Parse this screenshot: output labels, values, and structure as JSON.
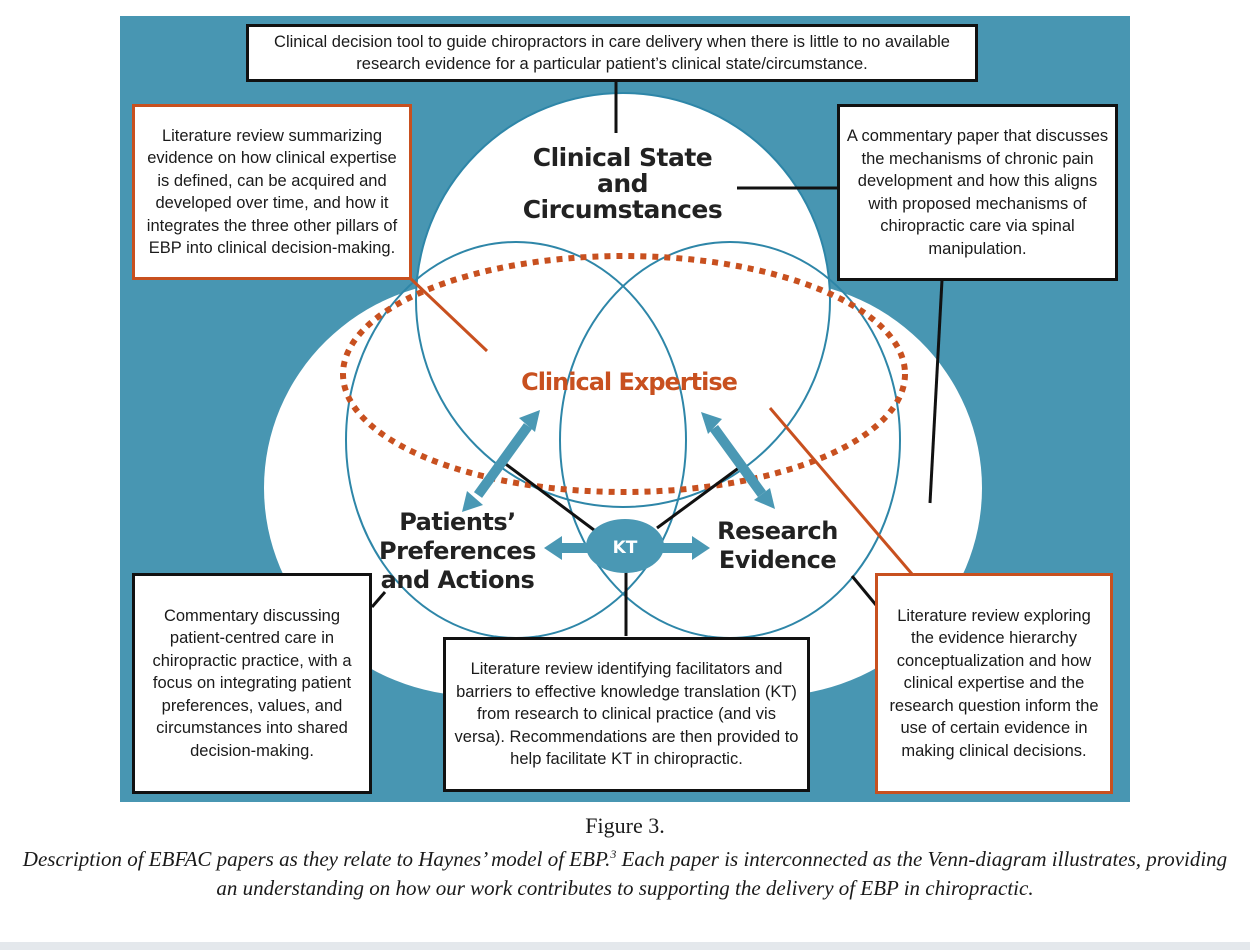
{
  "colors": {
    "background_blue": "#4896b2",
    "circle_stroke": "#2e86a8",
    "expertise_orange": "#c8501f",
    "arrow_blue": "#4a98b4",
    "box_border_black": "#111111"
  },
  "diagram": {
    "circles": {
      "top": "Clinical State and Circumstances",
      "top_lines": [
        "Clinical State",
        "and",
        "Circumstances"
      ],
      "left_lines": [
        "Patients’",
        "Preferences",
        "and Actions"
      ],
      "right_lines": [
        "Research",
        "Evidence"
      ],
      "center": "Clinical Expertise",
      "kt": "KT"
    },
    "boxes": {
      "top": "Clinical decision tool to guide chiropractors in care delivery when there is little to no available research evidence for a particular patient’s clinical state/circumstance.",
      "top_left": "Literature review summarizing evidence on how clinical expertise is defined, can be acquired and developed over time, and how it integrates the three other pillars of EBP into clinical decision-making.",
      "top_right": "A commentary paper that discusses the mechanisms of chronic pain development and how this aligns with proposed mechanisms of chiropractic care via spinal manipulation.",
      "bottom_left": "Commentary discussing patient-centred care in chiropractic practice, with a focus on integrating patient preferences, values, and circumstances into shared decision-making.",
      "bottom_center": "Literature review identifying facilitators and barriers to effective knowledge translation (KT) from research to clinical practice (and vis versa). Recommendations are then provided to help facilitate KT in chiropractic.",
      "bottom_right": "Literature review exploring the evidence hierarchy conceptualization and how clinical expertise and the research question inform the use of certain evidence in making clinical decisions."
    }
  },
  "caption": {
    "figure_number": "Figure 3.",
    "text_before_sup": "Description of EBFAC papers as they relate to Haynes’ model of EBP.",
    "superscript": "3",
    "text_after_sup": " Each paper is interconnected as the Venn-diagram illustrates, providing an understanding on how our work contributes to supporting the delivery of EBP in chiropractic."
  }
}
